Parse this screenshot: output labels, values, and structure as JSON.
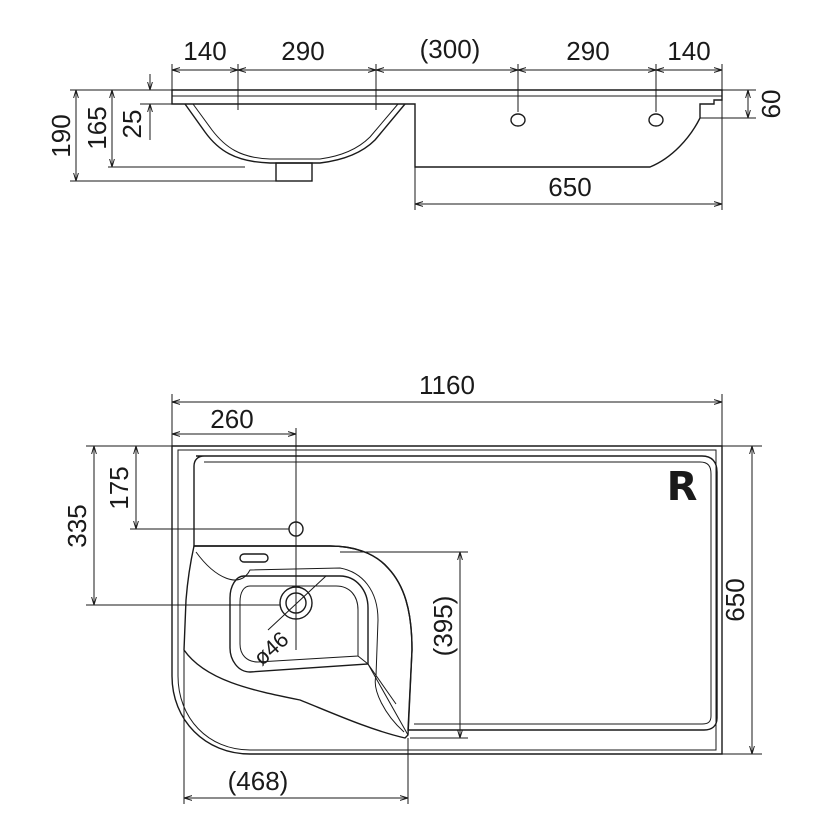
{
  "side_view": {
    "top_dims": [
      "140",
      "290",
      "(300)",
      "290",
      "140"
    ],
    "height_dims": [
      "190",
      "165",
      "25"
    ],
    "right_height": "60",
    "bottom_width": "650"
  },
  "top_view": {
    "overall_width": "1160",
    "drain_offset_x": "260",
    "tap_offset_y": "175",
    "drain_offset_y": "335",
    "depth": "650",
    "basin_depth": "(395)",
    "basin_width": "(468)",
    "drain_diameter": "ø46",
    "side_mark": "R"
  }
}
